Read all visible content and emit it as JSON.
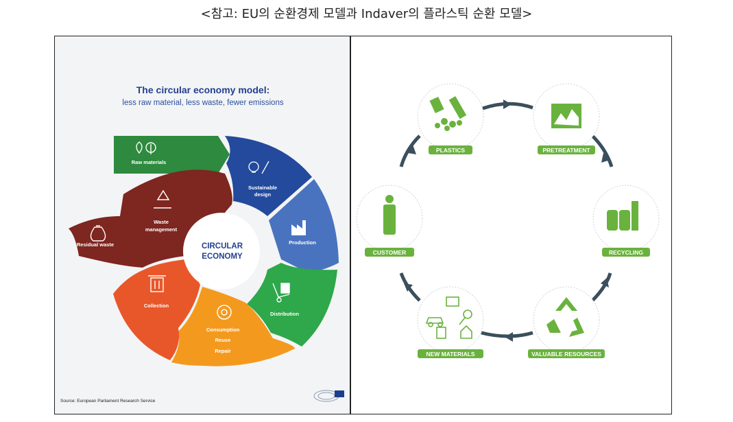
{
  "caption": "<참고: EU의 순환경제 모델과 Indaver의 플라스틱 순환 모델>",
  "eu_model": {
    "title": "The circular economy model:",
    "subtitle": "less raw material, less waste, fewer emissions",
    "center_line1": "CIRCULAR",
    "center_line2": "ECONOMY",
    "raw_materials": "Raw materials",
    "sustainable_design_1": "Sustainable",
    "sustainable_design_2": "design",
    "production": "Production",
    "distribution": "Distribution",
    "consumption_1": "Consumption",
    "consumption_2": "Reuse",
    "consumption_3": "Repair",
    "collection": "Collection",
    "waste_management_1": "Waste",
    "waste_management_2": "management",
    "residual_waste": "Residual waste",
    "source": "Source: European Parliament Research Service",
    "colors": {
      "raw": "#2e8a3e",
      "design": "#234a9c",
      "production": "#4a73bf",
      "distribution": "#2ea84a",
      "consumption": "#f39a1e",
      "collection": "#e8572a",
      "waste": "#7e2620",
      "title": "#23408f"
    }
  },
  "indaver_model": {
    "nodes": {
      "plastics": "PLASTICS",
      "pretreatment": "PRETREATMENT",
      "recycling": "RECYCLING",
      "valuable_resources": "VALUABLE RESOURCES",
      "new_materials": "NEW MATERIALS",
      "customer": "CUSTOMER"
    },
    "colors": {
      "green": "#6ab23e",
      "arrow": "#3b4f5c"
    }
  }
}
